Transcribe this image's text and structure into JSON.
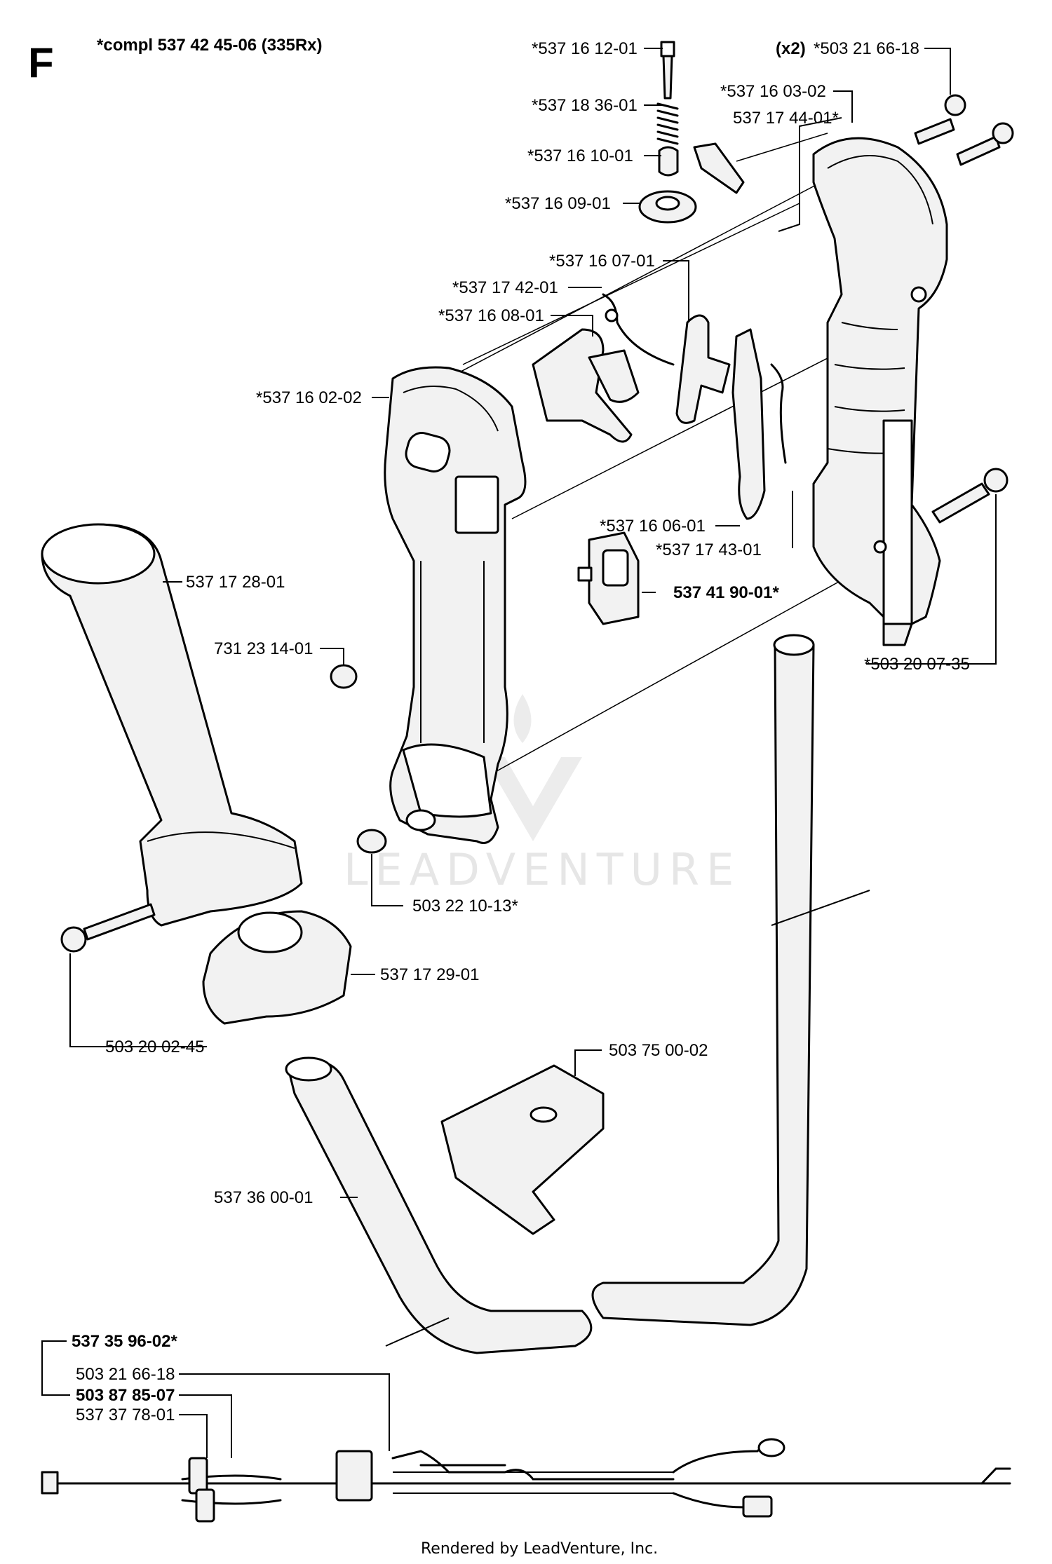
{
  "diagram": {
    "section_letter": "F",
    "title": "*compl 537 42 45-06 (335Rx)",
    "watermark": "LEADVENTURE",
    "footer": "Rendered by LeadVenture, Inc.",
    "callouts": [
      {
        "id": "c1",
        "text": "*537 16 12-01",
        "bold": false
      },
      {
        "id": "c2",
        "text": "*537 18 36-01",
        "bold": false
      },
      {
        "id": "c3",
        "text": "*537 16 10-01",
        "bold": false
      },
      {
        "id": "c4",
        "text": "*537 16 09-01",
        "bold": false
      },
      {
        "id": "c5",
        "text": "*537 16 03-02",
        "bold": false
      },
      {
        "id": "c6",
        "text": "537 17 44-01*",
        "bold": false
      },
      {
        "id": "c7a",
        "text": "(x2)",
        "bold": true
      },
      {
        "id": "c7",
        "text": "*503 21 66-18",
        "bold": false
      },
      {
        "id": "c8",
        "text": "*537 16 07-01",
        "bold": false
      },
      {
        "id": "c9",
        "text": "*537 17 42-01",
        "bold": false
      },
      {
        "id": "c10",
        "text": "*537 16 08-01",
        "bold": false
      },
      {
        "id": "c11",
        "text": "*537 16 02-02",
        "bold": false
      },
      {
        "id": "c12",
        "text": "*537 16 06-01",
        "bold": false
      },
      {
        "id": "c13",
        "text": "*537 17 43-01",
        "bold": false
      },
      {
        "id": "c14",
        "text": "537 41 90-01*",
        "bold": true
      },
      {
        "id": "c15",
        "text": "537 17 28-01",
        "bold": false
      },
      {
        "id": "c16",
        "text": "731 23 14-01",
        "bold": false
      },
      {
        "id": "c17",
        "text": "*503 20 07-35",
        "bold": false
      },
      {
        "id": "c18",
        "text": "503 22 10-13*",
        "bold": false
      },
      {
        "id": "c19",
        "text": "537 17 29-01",
        "bold": false
      },
      {
        "id": "c20",
        "text": "503 20 02-45",
        "bold": false
      },
      {
        "id": "c21",
        "text": "503 75 00-02",
        "bold": false
      },
      {
        "id": "c22",
        "text": "537 36 00-01",
        "bold": false
      },
      {
        "id": "c23",
        "text": "537 35 96-02*",
        "bold": true
      },
      {
        "id": "c24",
        "text": "503 21 66-18",
        "bold": false
      },
      {
        "id": "c25",
        "text": "503 87 85-07",
        "bold": true
      },
      {
        "id": "c26",
        "text": "537 37 78-01",
        "bold": false
      }
    ]
  }
}
